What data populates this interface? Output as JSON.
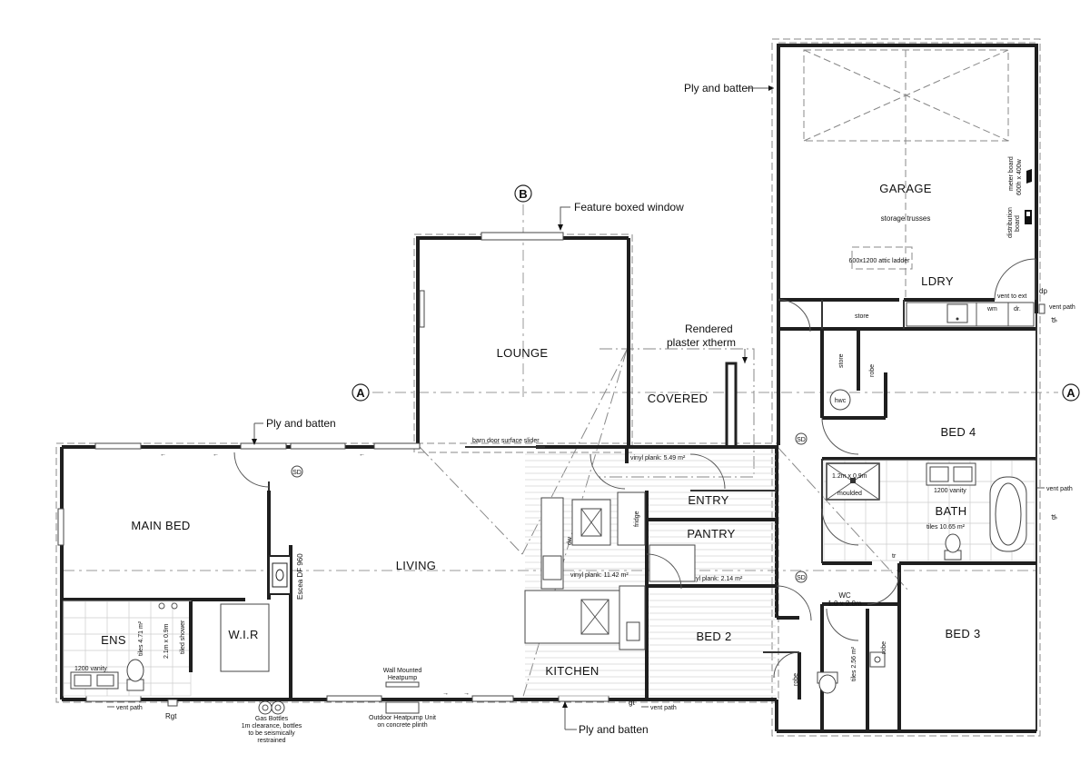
{
  "grid": {
    "a_left": "A",
    "a_right": "A",
    "b_top": "B"
  },
  "rooms": {
    "garage": "GARAGE",
    "ldry": "LDRY",
    "lounge": "LOUNGE",
    "covered": "COVERED",
    "bed4": "BED 4",
    "main_bed": "MAIN BED",
    "living": "LIVING",
    "entry": "ENTRY",
    "pantry": "PANTRY",
    "bath": "BATH",
    "bed2": "BED 2",
    "bed3": "BED 3",
    "wir": "W.I.R",
    "ens": "ENS",
    "kitchen": "KITCHEN",
    "wc": "WC"
  },
  "notes": {
    "ply_batten_top": "Ply and batten",
    "feature_window": "Feature boxed window",
    "rendered_line1": "Rendered",
    "rendered_line2": "plaster xtherm",
    "ply_batten_left": "Ply and batten",
    "ply_batten_bottom": "Ply and batten",
    "storage_trusses": "storage trusses",
    "attic_ladder": "600x1200 attic ladder",
    "meter_board": "meter board",
    "meter_size": "600h x 400w",
    "distribution": "distribution",
    "distribution_board": "board",
    "vent_to_ext": "vent to ext",
    "dp": "dp",
    "gt_garage": "gt",
    "vent_path_garage": "vent path",
    "store": "store",
    "store_v": "store",
    "robe_bed4": "robe",
    "hwc": "hwc",
    "wm": "wm",
    "dr": "dr.",
    "barn_door": "barn door surface slider",
    "vinyl_entry": "vinyl plank: 5.49 m²",
    "vinyl_kitchen": "vinyl plank: 11.42 m²",
    "vinyl_pantry": "vinyl plank: 2.14 m²",
    "shower_bath": "1.2m x 0.9m",
    "moulded": "moulded",
    "vanity_bath": "1200 vanity",
    "tiles_bath": "tiles 10.65 m²",
    "vent_path_bath": "vent path",
    "gt_bath": "gt",
    "tr": "tr",
    "sd1": "SD",
    "sd2": "SD",
    "sd3": "SD",
    "wc_size": "1.0 x 2.0m",
    "tiles_wc": "tiles 2.56 m²",
    "robe_wc": "robe",
    "robe_bed3": "robe",
    "fridge": "fridge",
    "dw": "dw",
    "fireplace": "Escea DF 960",
    "ens_tiles": "tiles 4.71 m²",
    "ens_shower_size": "2.1m x 0.9m",
    "tiled_shower": "tiled shower",
    "ens_vanity": "1200 vanity",
    "vent_path_ens": "vent path",
    "rgt": "Rgt",
    "gas_bottles": "Gas Bottles",
    "gas_note1": "1m clearance, bottles",
    "gas_note2": "to be seismically",
    "gas_note3": "restrained",
    "heatpump_wall1": "Wall Mounted",
    "heatpump_wall2": "Heatpump",
    "heatpump_out1": "Outdoor Heatpump Unit",
    "heatpump_out2": "on concrete plinth",
    "gt_kitchen": "gt",
    "vent_path_kitchen": "vent path"
  }
}
